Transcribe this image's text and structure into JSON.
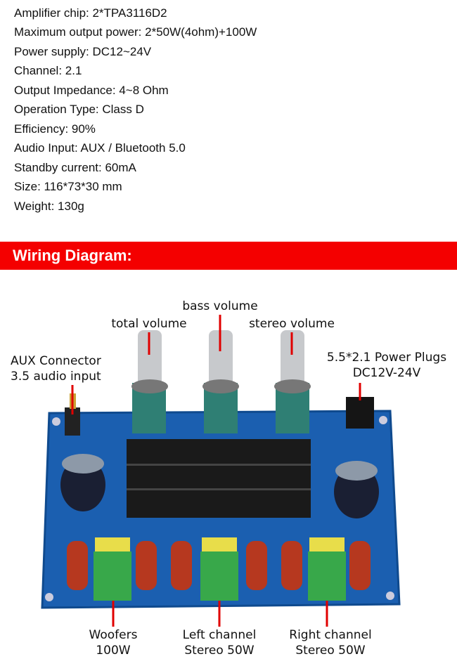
{
  "specs": [
    "Amplifier chip: 2*TPA3116D2",
    "Maximum output power: 2*50W(4ohm)+100W",
    "Power supply: DC12~24V",
    "Channel: 2.1",
    "Output Impedance: 4~8 Ohm",
    "Operation Type: Class D",
    "Efficiency: 90%",
    "Audio Input: AUX / Bluetooth 5.0",
    "Standby current: 60mA",
    "Size: 116*73*30 mm",
    "Weight: 130g"
  ],
  "section_title": "Wiring Diagram:",
  "diagram": {
    "bass_volume": "bass volume",
    "total_volume": "total volume",
    "stereo_volume": "stereo volume",
    "aux_line1": "AUX Connector",
    "aux_line2": "3.5 audio input",
    "power_line1": "5.5*2.1 Power Plugs",
    "power_line2": "DC12V-24V",
    "woofers_line1": "Woofers",
    "woofers_line2": "100W",
    "left_line1": "Left channel",
    "left_line2": "Stereo 50W",
    "right_line1": "Right channel",
    "right_line2": "Stereo 50W"
  },
  "colors": {
    "banner": "#f40000",
    "pointer": "#e00000",
    "board": "#1b5fb0"
  }
}
